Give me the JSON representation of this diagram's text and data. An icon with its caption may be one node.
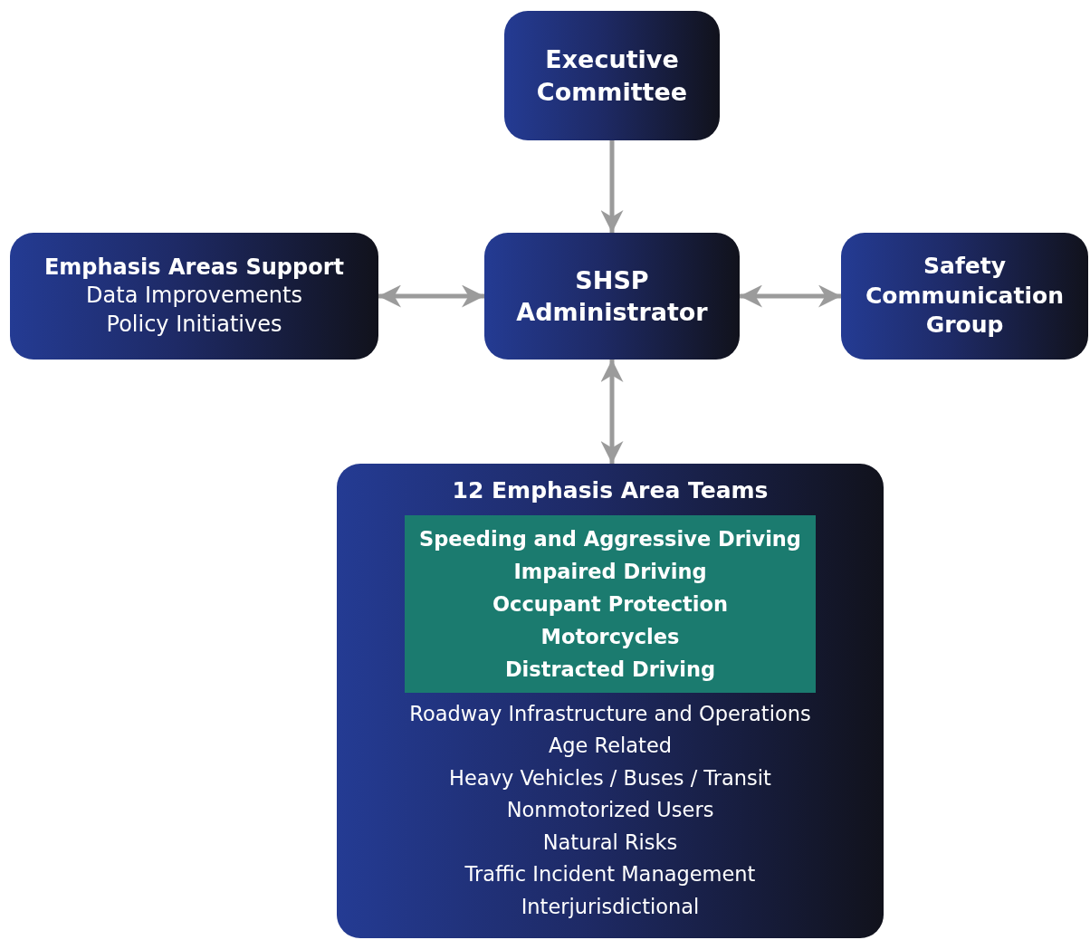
{
  "diagram": {
    "nodes": [
      {
        "text": [
          "Executive Committee"
        ]
      },
      {
        "text": [
          "Emphasis Areas Support",
          "Data Improvements",
          "Policy Initiatives"
        ]
      },
      {
        "text": [
          "SHSP Administrator"
        ]
      },
      {
        "text": [
          "Safety Communication Group"
        ]
      },
      {
        "text": [
          "12 Emphasis Area Teams",
          "Roadway Infrastructure and Operations",
          "Age Related",
          "Heavy Vehicles / Buses / Transit",
          "Nonmotorized Users",
          "Natural Risks",
          "Traffic Incident Management",
          "Interjurisdictional"
        ]
      },
      {
        "text": [
          "Speeding and Aggressive Driving",
          "Impaired Driving",
          "Occupant Protection",
          "Motorcycles",
          "Distracted Driving"
        ],
        "in": 4
      }
    ],
    "edges": [
      {
        "from": 0,
        "to": 2,
        "arrow": "to"
      },
      {
        "from": 2,
        "to": 1,
        "arrow": "both"
      },
      {
        "from": 2,
        "to": 3,
        "arrow": "both"
      },
      {
        "from": 2,
        "to": 4,
        "arrow": "both"
      }
    ]
  }
}
